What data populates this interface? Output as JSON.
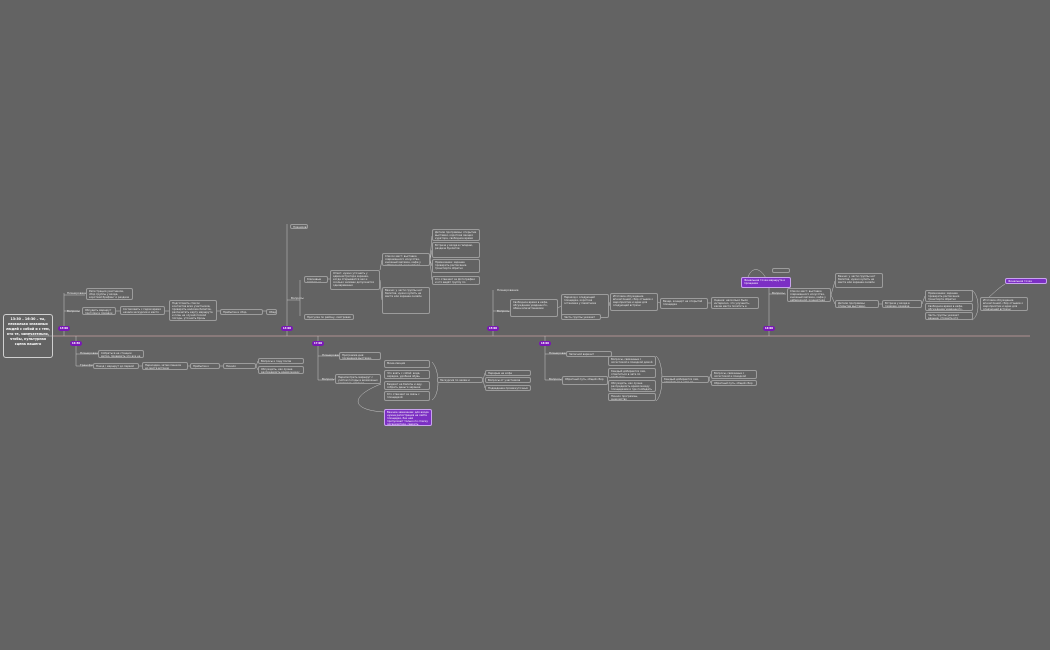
{
  "root": {
    "title": "13:30 – 16:30 – ты, несколько знакомых людей с собой и с тем, кто те, замечательно, чтобы, культурная сцена нашего"
  },
  "branch_labels": {
    "plans": "Планирование",
    "issues": "Вопросы",
    "transfer": "Трансфер"
  },
  "colors": {
    "background": "#636363",
    "line": "#c8c8c8",
    "timeline": "#c9a0a0",
    "accent": "#7a16b8",
    "node_border": "#9c9c9c"
  },
  "timeline": {
    "markers": [
      {
        "id": "m1",
        "label": "13:00"
      },
      {
        "id": "m2",
        "label": "14:00"
      },
      {
        "id": "m3",
        "label": "15:00"
      },
      {
        "id": "m4",
        "label": "16:00"
      },
      {
        "id": "m5",
        "label": "16:30"
      },
      {
        "id": "m6",
        "label": "17:00"
      },
      {
        "id": "m7",
        "label": "18:00"
      }
    ]
  },
  "top_nodes": [
    {
      "id": "t1",
      "text": "Регистрация участников, сбор группы у входа, короткий брифинг и раздача материалов на день, напоминание о правилах"
    },
    {
      "id": "t2",
      "text": "Обсудить маршрут прогулки и порядок движения группы"
    },
    {
      "id": "t3",
      "text": "Согласовать с гидом время начала экскурсии и место встречи у музея"
    },
    {
      "id": "t4",
      "text": "Подготовить список контактов всех участников, проверить наличие билетов, распечатать карту маршрута и план на случай плохой погоды, уточнить бронь"
    },
    {
      "id": "t5",
      "text": "Прибытие и сбор, инструктаж на месте"
    },
    {
      "id": "t6",
      "text": "Обед"
    },
    {
      "id": "t7",
      "text": "Планирование"
    },
    {
      "id": "t8",
      "text": "Ключевые вопросы к организаторам: как пройти к залу, где оставить вещи, кто отвечает за группу, время работы площадки, наличие гардероба и буфета"
    },
    {
      "id": "t9",
      "text": "Прогулка по району, смотровая площадка и заключение"
    },
    {
      "id": "t10",
      "text": "Ответ: нужно уточнить у администратора заранее, когда открывается зал и сколько человек допускается одновременно"
    },
    {
      "id": "t11",
      "text": "Список мест: выставка современного искусства, книжный магазин, кафе у набережной, концертная площадка, галерея во дворе старого дома, уличные музыканты"
    },
    {
      "id": "t12",
      "text": "Важно: у части группы нет билетов, нужно купить на месте или заранее онлайн"
    },
    {
      "id": "t13",
      "text": "Детали программы: открытие выставки, короткая лекция куратора, свободное время для осмотра, затем переход к следующему пункту"
    },
    {
      "id": "t14",
      "text": "Встреча у входа в галерею, раздача буклетов"
    },
    {
      "id": "t15",
      "text": "Примечание: заранее проверить расписание транспорта обратно"
    },
    {
      "id": "t16",
      "text": "Кто отвечает за фотографии и кто ведёт группу по маршруту, связь через общий чат"
    },
    {
      "id": "t17",
      "text": "Свободное время в кафе, обсуждение увиденного, обмен впечатлениями"
    },
    {
      "id": "t18",
      "text": "Переход к следующей площадке, короткая остановка у памятника"
    },
    {
      "id": "t19",
      "text": "Часть группы уезжает раньше, уточнить кто"
    },
    {
      "id": "t20",
      "text": "Итоговое обсуждение впечатлений, сбор отзывов о мероприятии и идеи для следующей встречи"
    },
    {
      "id": "t21",
      "text": "Вечер, концерт на открытой площадке"
    },
    {
      "id": "t22",
      "text": "Оценка: насколько было интересно, что улучшить, какие места посетить в следующий раз"
    },
    {
      "id": "t23",
      "text": "Финальная точка маршрута и прощание"
    }
  ],
  "bottom_nodes": [
    {
      "id": "b1",
      "text": "Собраться на станции метро, проверить что все на месте"
    },
    {
      "id": "b2",
      "text": "Поезд / маршрут до первой локации"
    },
    {
      "id": "b3",
      "text": "Пересадка, затем пешком до места встречи"
    },
    {
      "id": "b4",
      "text": "Прибытие к площадке"
    },
    {
      "id": "b5",
      "text": "Начало программы, знакомство"
    },
    {
      "id": "b6",
      "text": "Вопросы к гиду после экскурсии"
    },
    {
      "id": "b7",
      "text": "Обсуждить, как лучше распределить время между площадками и где пообедать"
    },
    {
      "id": "b8",
      "text": "Программа дня: посещение выставки, прогулка"
    },
    {
      "id": "b9",
      "text": "Пересмотреть маршрут с учётом погоды и возможных задержек, заранее забронировать столик"
    },
    {
      "id": "b10",
      "text": "Мини-лекция"
    },
    {
      "id": "b11",
      "text": "Что взять с собой: вода, зарядка, удобная обувь"
    },
    {
      "id": "b12",
      "text": "Бюджет на билеты и еду, собрать деньги заранее"
    },
    {
      "id": "b13",
      "text": "Кто отвечает за связь с площадкой"
    },
    {
      "id": "b14",
      "text": "Важное замечание: для входа нужна регистрация на сайте площадки, без неё пропускают только по списку организатора, сверить фамилии"
    },
    {
      "id": "b15",
      "text": "Экскурсия по залам и обсуждение работ"
    },
    {
      "id": "b16",
      "text": "Перерыв на кофе"
    },
    {
      "id": "b17",
      "text": "Вопросы от участников"
    },
    {
      "id": "b18",
      "text": "Подведение промежуточных итогов"
    },
    {
      "id": "b19",
      "text": "Запасной вариант программы на случай дождя"
    },
    {
      "id": "b20",
      "text": "Обратный путь, общий сбор"
    },
    {
      "id": "b21",
      "text": "Вопросы, связанные с логистикой и поездкой домой"
    },
    {
      "id": "b22",
      "text": "Каждый добирается сам, отметиться в чате по прибытии"
    }
  ]
}
